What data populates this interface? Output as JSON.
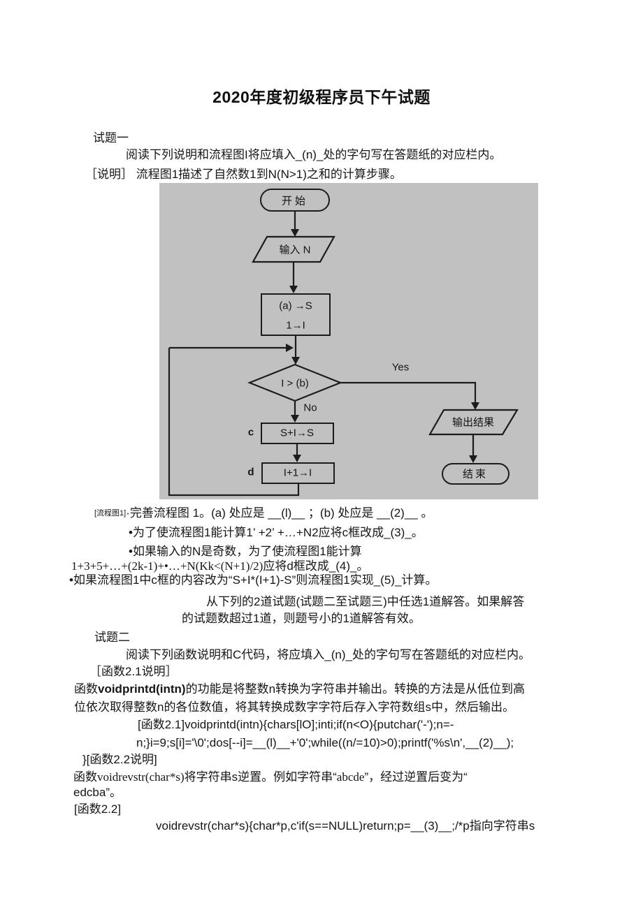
{
  "page": {
    "title": "2020年度初级程序员下午试题"
  },
  "q1": {
    "heading": "试题一",
    "intro": "阅读下列说明和流程图I将应填入_(n)_处的字句写在答题纸的对应栏内。",
    "desc": "［说明］ 流程图1描述了自然数1到N(N>1)之和的计算步骤。"
  },
  "flowchart": {
    "bg_color": "#c1c1c1",
    "line_color": "#1c1c1c",
    "start": "开始",
    "input": "输入 N",
    "init1": "(a) →S",
    "init2": "1→I",
    "decision": "I > (b)",
    "yes": "Yes",
    "no": "No",
    "c_tag": "c",
    "c_text": "S+I→S",
    "d_tag": "d",
    "d_text": "I+1→I",
    "output": "输出结果",
    "end": "结束"
  },
  "notes": {
    "fig_label": "[流程图1]",
    "line1": "·完善流程图 1。(a) 处应是 __(l)__  ；(b) 处应是 __(2)__ 。",
    "bullet1": "•为了使流程图1能计算1’ +2’ +…+N2应将c框改成_(3)_。",
    "bullet2": "•如果输入的N是奇数，为了使流程图1能计算",
    "formula": "1+3+5+…+(2k-1)+•…+N(Kk<(N+1)/2)",
    "formula_tail": "应将d框改成_(4)_。",
    "bullet3": "•如果流程图1中c框的内容改为“S+I*(I+1)-S”则流程图1实现_(5)_计算。"
  },
  "notice": {
    "line1": "从下列的2道试题(试题二至试题三)中任选1道解答。如果解答",
    "line2": "的试题数超过1道，则题号小的1道解答有效。"
  },
  "q2": {
    "heading": "试题二",
    "intro": "阅读下列函数说明和C代码，将应填入_(n)_处的字句写在答题纸的对应栏内。",
    "fn21_label": "［函数2.1说明］",
    "fn21_desc1_a": "函数",
    "fn21_desc1_b": "voidprintd(intn)",
    "fn21_desc1_c": "的功能是将整数n转换为字符串并输出。转换的方法是从低位到高",
    "fn21_desc2": "位依次取得整数n的各位数值，将其转换成数字字符后存入字符数组s中，然后输出。",
    "fn21_code1": "[函数2.1]voidprintd(intn){chars[lO];inti;if(n<O){putchar('-');n=-",
    "fn21_code2": "n;}i=9;s[i]='\\0';dos[--i]=__(l)__+'0';while((n/=10)>0);printf('%s\\n',__(2)__);",
    "fn22_desc_label": "}[函数2.2说明]",
    "fn22_desc1_a": "函数",
    "fn22_desc1_b": "voidrevstr(char*s)",
    "fn22_desc1_c": "将字符串s逆置。例如字符串“",
    "fn22_desc1_d": "abcde",
    "fn22_desc1_e": "”，经过逆置后变为“",
    "fn22_desc2": "edcba”。",
    "fn22_label": "[函数2.2]",
    "fn22_code": "voidrevstr(char*s){char*p,c'if(s==NULL)return;p=__(3)__;/*p指向字符串s"
  }
}
